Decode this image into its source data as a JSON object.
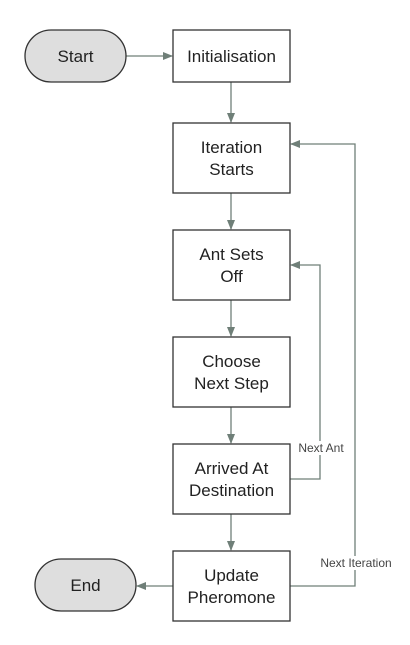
{
  "diagram": {
    "nodes": {
      "start": {
        "label": [
          "Start"
        ],
        "shape": "terminal",
        "fill": "#dedede"
      },
      "init": {
        "label": [
          "Initialisation"
        ],
        "shape": "process",
        "fill": "#ffffff"
      },
      "iter": {
        "label": [
          "Iteration",
          "Starts"
        ],
        "shape": "process",
        "fill": "#ffffff"
      },
      "ant": {
        "label": [
          "Ant Sets",
          "Off"
        ],
        "shape": "process",
        "fill": "#ffffff"
      },
      "choose": {
        "label": [
          "Choose",
          "Next Step"
        ],
        "shape": "process",
        "fill": "#ffffff"
      },
      "arrived": {
        "label": [
          "Arrived At",
          "Destination"
        ],
        "shape": "process",
        "fill": "#ffffff"
      },
      "update": {
        "label": [
          "Update",
          "Pheromone"
        ],
        "shape": "process",
        "fill": "#ffffff"
      },
      "end": {
        "label": [
          "End"
        ],
        "shape": "terminal",
        "fill": "#dedede"
      }
    },
    "edges": [
      {
        "from": "start",
        "to": "init",
        "label": ""
      },
      {
        "from": "init",
        "to": "iter",
        "label": ""
      },
      {
        "from": "iter",
        "to": "ant",
        "label": ""
      },
      {
        "from": "ant",
        "to": "choose",
        "label": ""
      },
      {
        "from": "choose",
        "to": "arrived",
        "label": ""
      },
      {
        "from": "arrived",
        "to": "update",
        "label": ""
      },
      {
        "from": "arrived",
        "to": "ant",
        "label": "Next Ant"
      },
      {
        "from": "update",
        "to": "iter",
        "label": "Next Iteration"
      },
      {
        "from": "update",
        "to": "end",
        "label": ""
      }
    ],
    "colors": {
      "stroke": "#333333",
      "edge": "#6f7f78",
      "text": "#222222"
    }
  }
}
